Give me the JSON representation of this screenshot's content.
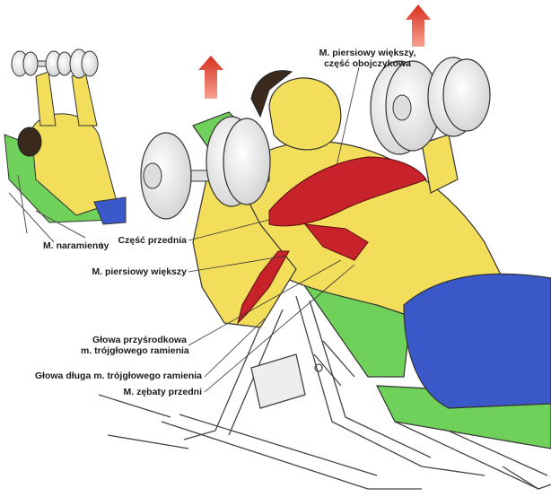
{
  "labels": {
    "pectoral_clavicular_line1": "M. piersiowy większy,",
    "pectoral_clavicular_line2": "część obojczykowa",
    "deltoid": "M. naramienny",
    "anterior_part": "Część przednia",
    "pectoral_major": "M. piersiowy większy",
    "triceps_medial_line1": "Głowa przyśrodkowa",
    "triceps_medial_line2": "m. trójgłowego ramienia",
    "triceps_long": "Głowa długa m. trójgłowego ramienia",
    "serratus_anterior": "M. zębaty przedni"
  },
  "colors": {
    "muscle": "#c8222a",
    "skin": "#f2de5a",
    "shorts": "#3b58c9",
    "bench": "#6fd15a",
    "arrow": "#e84a3a",
    "metal": "#e8e8e8",
    "outline": "#333333"
  },
  "icons": [
    "up-arrow-icon",
    "dumbbell-icon",
    "bench-icon"
  ]
}
